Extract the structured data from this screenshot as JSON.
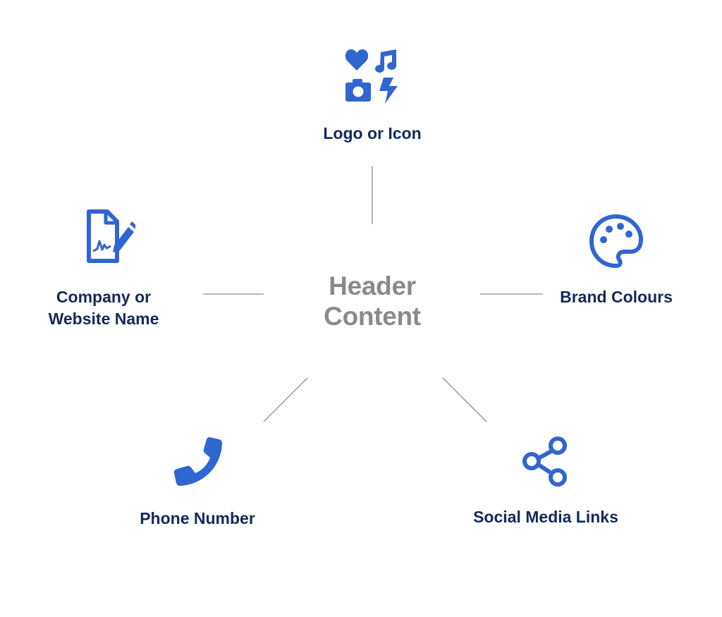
{
  "center": {
    "line1": "Header",
    "line2": "Content"
  },
  "nodes": {
    "logo": {
      "label": "Logo or Icon",
      "icon": "media-collage-icon"
    },
    "company": {
      "line1": "Company or",
      "line2": "Website Name",
      "icon": "signed-document-icon"
    },
    "brand": {
      "label": "Brand Colours",
      "icon": "palette-icon"
    },
    "phone": {
      "label": "Phone Number",
      "icon": "phone-icon"
    },
    "social": {
      "label": "Social Media Links",
      "icon": "share-icon"
    }
  },
  "colors": {
    "icon": "#2f66d0",
    "label": "#14295a",
    "center": "#8a8a8a",
    "connector": "#8c8c8c"
  }
}
